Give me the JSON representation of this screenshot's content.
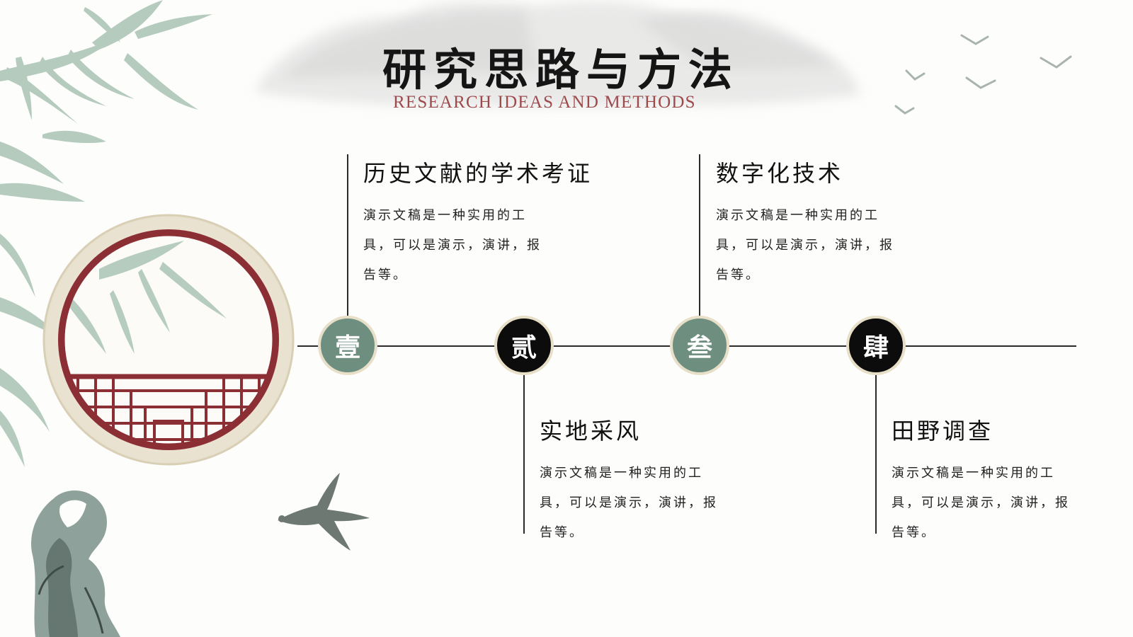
{
  "header": {
    "title": "研究思路与方法",
    "subtitle": "RESEARCH IDEAS AND METHODS"
  },
  "items": [
    {
      "marker": "壹",
      "title": "历史文献的学术考证",
      "desc": "演示文稿是一种实用的工具，可以是演示，演讲，报告等。"
    },
    {
      "marker": "贰",
      "title": "实地采风",
      "desc": "演示文稿是一种实用的工具，可以是演示，演讲，报告等。"
    },
    {
      "marker": "叁",
      "title": "数字化技术",
      "desc": "演示文稿是一种实用的工具，可以是演示，演讲，报告等。"
    },
    {
      "marker": "肆",
      "title": "田野调查",
      "desc": "演示文稿是一种实用的工具，可以是演示，演讲，报告等。"
    }
  ],
  "colors": {
    "accent_green": "#6e8f80",
    "accent_black": "#0c0c0c",
    "subtitle_red": "#9d4a4d",
    "window_red": "#8c2f35",
    "frame_beige": "#e8dfc9"
  }
}
